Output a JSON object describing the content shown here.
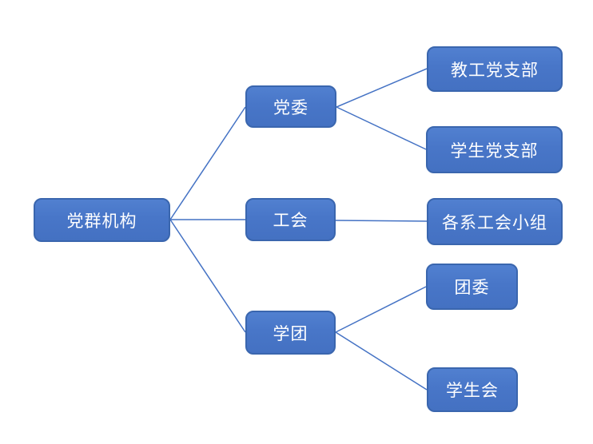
{
  "page": {
    "background": "#FFFFFF"
  },
  "diagram": {
    "type": "tree",
    "direction": "left-to-right",
    "colors": {
      "node_fill": "#4A77C9",
      "node_fill_top": "#5180D0",
      "node_border": "#3A66AE",
      "node_text": "#FFFFFF",
      "connector": "#4472C4",
      "background": "#FFFFFF"
    },
    "nodes": [
      {
        "id": "root",
        "label": "党群机构",
        "level": 0,
        "parent": null
      },
      {
        "id": "dangwei",
        "label": "党委",
        "level": 1,
        "parent": "root"
      },
      {
        "id": "gonghui",
        "label": "工会",
        "level": 1,
        "parent": "root"
      },
      {
        "id": "xuetuan",
        "label": "学团",
        "level": 1,
        "parent": "root"
      },
      {
        "id": "jiaogong-dangzhibu",
        "label": "教工党支部",
        "level": 2,
        "parent": "dangwei"
      },
      {
        "id": "xuesheng-dangzhibu",
        "label": "学生党支部",
        "level": 2,
        "parent": "dangwei"
      },
      {
        "id": "gexi-gonghui-xiaozu",
        "label": "各系工会小组",
        "level": 2,
        "parent": "gonghui"
      },
      {
        "id": "tuanwei",
        "label": "团委",
        "level": 2,
        "parent": "xuetuan"
      },
      {
        "id": "xueshenghui",
        "label": "学生会",
        "level": 2,
        "parent": "xuetuan"
      }
    ],
    "edges": [
      {
        "from": "root",
        "to": "dangwei"
      },
      {
        "from": "root",
        "to": "gonghui"
      },
      {
        "from": "root",
        "to": "xuetuan"
      },
      {
        "from": "dangwei",
        "to": "jiaogong-dangzhibu"
      },
      {
        "from": "dangwei",
        "to": "xuesheng-dangzhibu"
      },
      {
        "from": "gonghui",
        "to": "gexi-gonghui-xiaozu"
      },
      {
        "from": "xuetuan",
        "to": "tuanwei"
      },
      {
        "from": "xuetuan",
        "to": "xueshenghui"
      }
    ]
  }
}
